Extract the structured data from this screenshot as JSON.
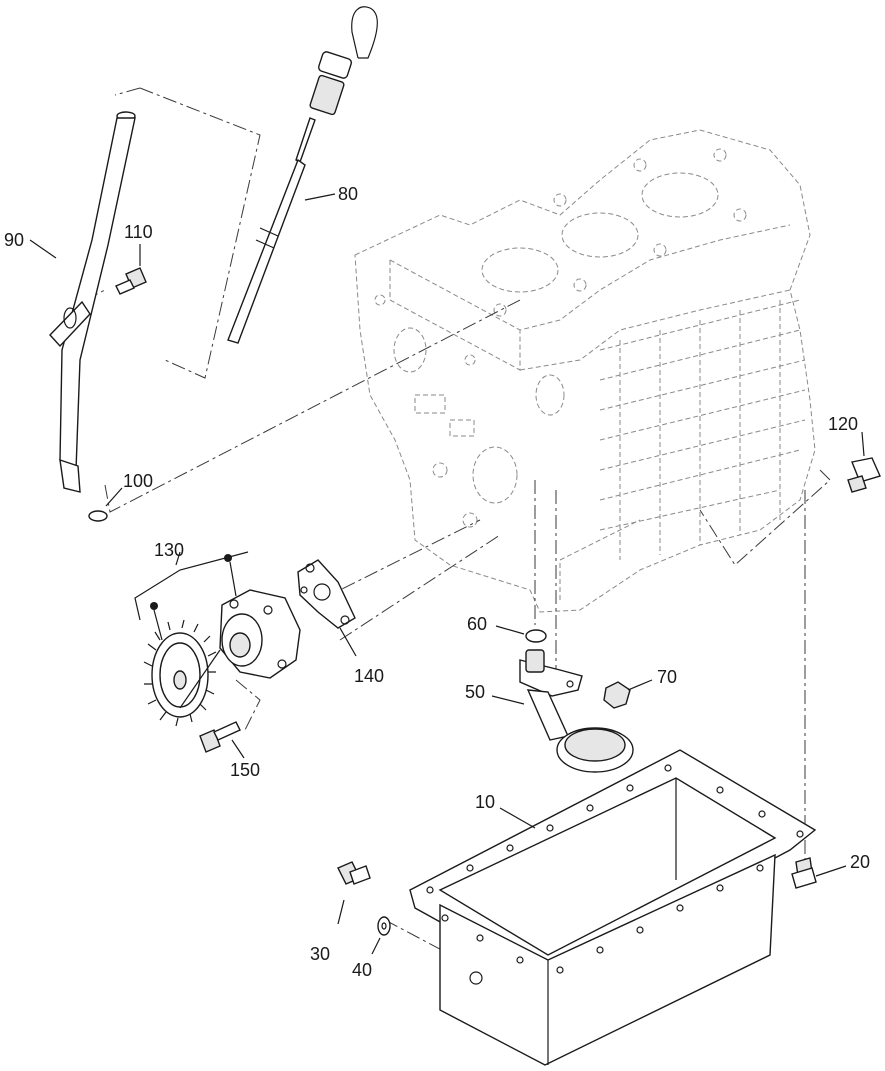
{
  "diagram": {
    "callouts": {
      "c10": "10",
      "c20": "20",
      "c30": "30",
      "c40": "40",
      "c50": "50",
      "c60": "60",
      "c70": "70",
      "c80": "80",
      "c90": "90",
      "c100": "100",
      "c110": "110",
      "c120": "120",
      "c130": "130",
      "c140": "140",
      "c150": "150"
    }
  }
}
